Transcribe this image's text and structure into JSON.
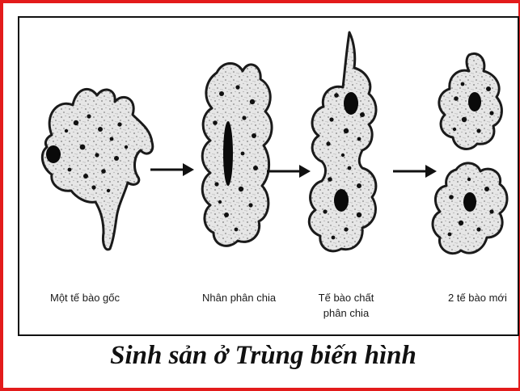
{
  "figure": {
    "stages": [
      {
        "label": "Một tế bào gốc"
      },
      {
        "label": "Nhân phân chia"
      },
      {
        "label_line1": "Tế bào chất",
        "label_line2": "phân chia"
      },
      {
        "label": "2 tế bào mới"
      }
    ],
    "title": "Sinh sản ở Trùng biến hình"
  },
  "colors": {
    "frame_border": "#e31b1b",
    "panel_border": "#111111",
    "cell_fill": "#e6e6e6",
    "cell_outline": "#1a1a1a",
    "nucleus": "#0a0a0a"
  },
  "icons": [
    "arrow-right-icon"
  ]
}
